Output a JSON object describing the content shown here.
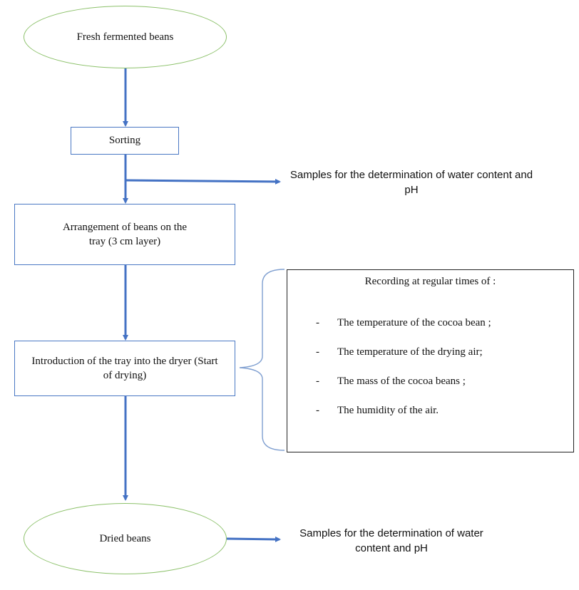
{
  "nodes": {
    "start": "Fresh fermented beans",
    "sorting": "Sorting",
    "arrangement": "Arrangement of beans on the tray (3 cm layer)",
    "introduction": "Introduction of the tray into the dryer (Start of drying)",
    "end": "Dried beans"
  },
  "notes": {
    "samples_after_sorting": "Samples for the determination of water content and pH",
    "samples_after_drying": "Samples for the determination of water content and pH"
  },
  "recording": {
    "title": "Recording at regular times of :",
    "bullet": "-",
    "items": [
      "The temperature of the cocoa bean ;",
      "The temperature of the drying air;",
      "The mass of the cocoa beans ;",
      "The humidity of the air."
    ]
  },
  "colors": {
    "ellipse_border": "#8cc16a",
    "rect_border": "#4a78c4",
    "arrow": "#4472c4",
    "brace": "#7f9fd0"
  }
}
